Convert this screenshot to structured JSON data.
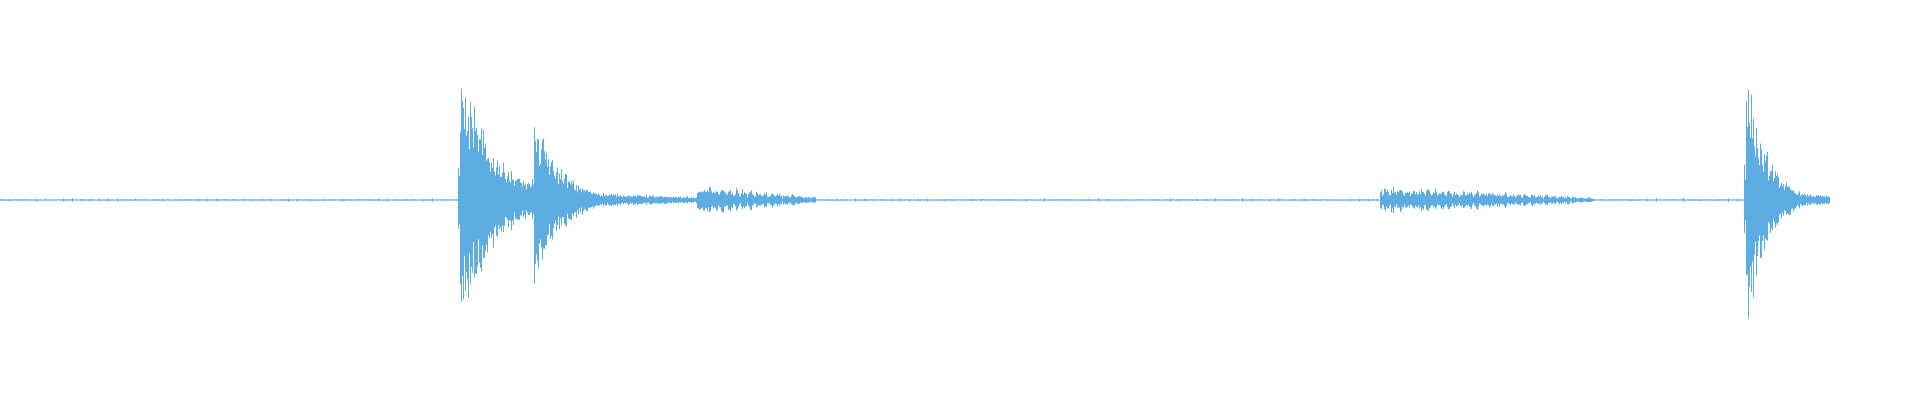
{
  "waveform": {
    "color": "#5dade2",
    "background": "#ffffff",
    "duration_fraction_with_audio": 0.953,
    "baseline_amplitude": 0.004,
    "events": [
      {
        "kind": "transient",
        "position": 0.2395,
        "peak_up": 0.97,
        "peak_down": 0.97,
        "decay": 0.018,
        "tail": 0.07
      },
      {
        "kind": "transient",
        "position": 0.278,
        "peak_up": 0.62,
        "peak_down": 0.62,
        "decay": 0.014,
        "tail": 0.09
      },
      {
        "kind": "burst",
        "start": 0.363,
        "end": 0.425,
        "amplitude": 0.12
      },
      {
        "kind": "burst",
        "start": 0.719,
        "end": 0.83,
        "amplitude": 0.11
      },
      {
        "kind": "transient",
        "position": 0.9095,
        "peak_up": 1.0,
        "peak_down": 1.0,
        "decay": 0.01,
        "tail": 0.06
      }
    ]
  }
}
